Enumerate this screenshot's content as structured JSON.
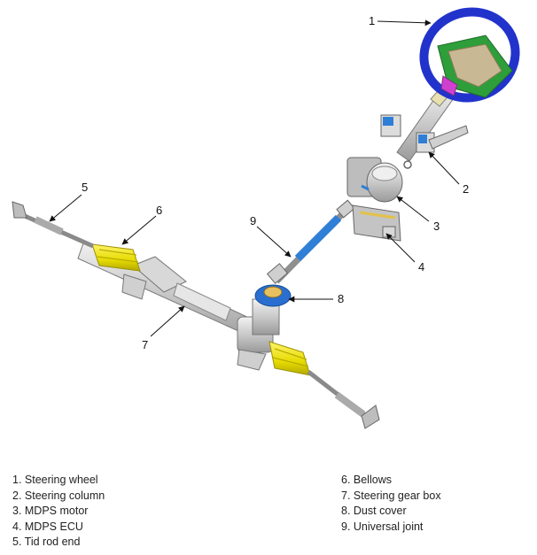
{
  "callouts": {
    "c1": "1",
    "c2": "2",
    "c3": "3",
    "c4": "4",
    "c5": "5",
    "c6": "6",
    "c7": "7",
    "c8": "8",
    "c9": "9"
  },
  "legend": {
    "left": [
      "1. Steering wheel",
      "2. Steering column",
      "3. MDPS motor",
      "4. MDPS ECU",
      "5. Tid rod end"
    ],
    "right": [
      "6. Bellows",
      "7. Steering gear box",
      "8. Dust cover",
      "9. Universal joint"
    ]
  },
  "colors": {
    "wheel_rim": "#2233cc",
    "airbag": "#2e9e3a",
    "bellows": "#e6e000",
    "ujoint": "#2f7fd6",
    "dust_cover": "#2a6fcf",
    "metal": "#c8c8c8"
  }
}
